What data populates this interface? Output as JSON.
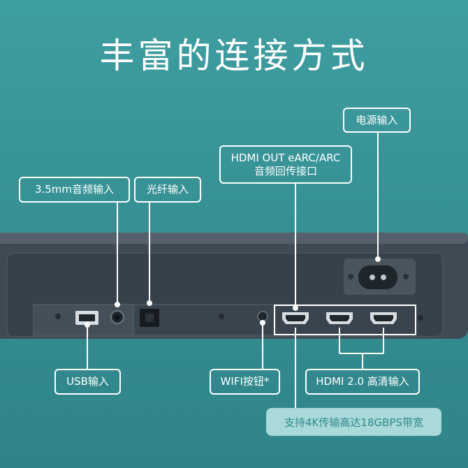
{
  "title": "丰富的连接方式",
  "labels": {
    "audio_in": "3.5mm音频输入",
    "optical_in": "光纤输入",
    "hdmi_out_line1": "HDMI OUT eARC/ARC",
    "hdmi_out_line2": "音频回传接口",
    "power_in": "电源输入",
    "usb_in": "USB输入",
    "wifi_button": "WIFI按钮*",
    "hdmi_in": "HDMI 2.0 高清输入"
  },
  "banner": "支持4K传输高达18GBPS带宽",
  "colors": {
    "background": "#3a979a",
    "device": "#3b4650",
    "label_border": "#ffffff",
    "banner_bg": "#a9d9d8",
    "banner_text": "#2f8a8d"
  }
}
